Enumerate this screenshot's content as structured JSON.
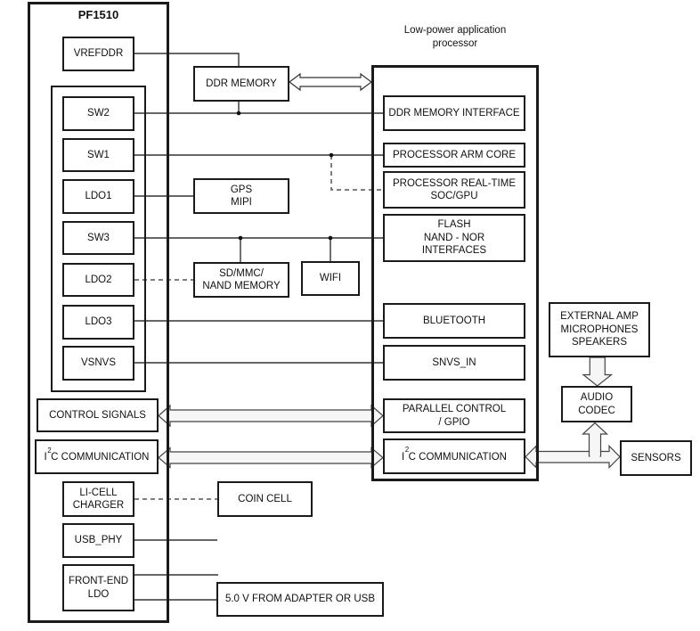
{
  "diagram": {
    "pmic": {
      "title": "PF1510",
      "vrefddr": "VREFDDR",
      "regulators": [
        "SW2",
        "SW1",
        "LDO1",
        "SW3",
        "LDO2",
        "LDO3",
        "VSNVS"
      ],
      "control_signals": "CONTROL SIGNALS",
      "i2c": {
        "pre": "I",
        "sup": "2",
        "post": "C COMMUNICATION"
      },
      "li_cell_charger": "LI-CELL\nCHARGER",
      "usb_phy": "USB_PHY",
      "front_end_ldo": "FRONT-END\nLDO"
    },
    "peripherals": {
      "ddr_memory": "DDR MEMORY",
      "gps_mipi": "GPS\nMIPI",
      "sd_mmc_nand": "SD/MMC/\nNAND MEMORY",
      "wifi": "WIFI",
      "coin_cell": "COIN CELL",
      "adapter_5v": "5.0 V FROM ADAPTER OR USB"
    },
    "processor": {
      "title": "Low-power application\nprocessor",
      "blocks": [
        "DDR MEMORY INTERFACE",
        "PROCESSOR ARM CORE",
        "PROCESSOR REAL-TIME\nSOC/GPU",
        "FLASH\nNAND - NOR\nINTERFACES",
        "BLUETOOTH",
        "SNVS_IN",
        "PARALLEL CONTROL\n/ GPIO"
      ],
      "i2c": {
        "pre": "I",
        "sup": "2",
        "post": "C COMMUNICATION"
      }
    },
    "audio_chain": {
      "external_amp": "EXTERNAL AMP\nMICROPHONES\nSPEAKERS",
      "audio_codec": "AUDIO\nCODEC",
      "sensors": "SENSORS"
    },
    "colors": {
      "background": "#ffffff",
      "line": "#333333",
      "dashed_line": "#555555",
      "box_border": "#1a1a1a",
      "arrow_fill": "#f6f6f6"
    }
  }
}
